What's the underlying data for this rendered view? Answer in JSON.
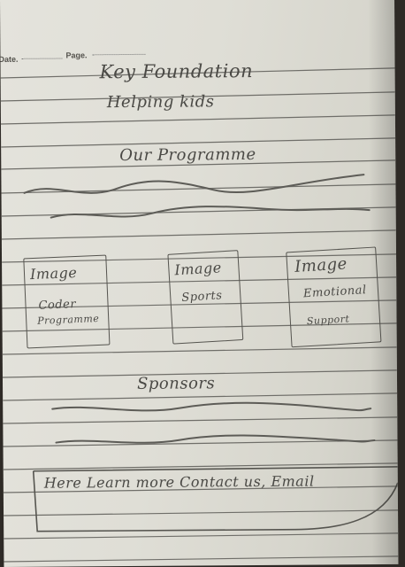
{
  "notebook": {
    "header": {
      "date_label": "Date.",
      "page_label": "Page."
    }
  },
  "sketch": {
    "title": "Key Foundation",
    "subtitle": "Helping kids",
    "section_heading": "Our Programme",
    "cards": [
      {
        "image": "Image",
        "caption_1": "Coder",
        "caption_2": "Programme"
      },
      {
        "image": "Image",
        "caption_1": "Sports",
        "caption_2": ""
      },
      {
        "image": "Image",
        "caption_1": "Emotional",
        "caption_2": "Support"
      }
    ],
    "second_heading": "Sponsors",
    "footer_box_text": "Here Learn more Contact us, Email"
  },
  "colors": {
    "paper": "#e0dfd8",
    "rule_lines": "#6f6e69",
    "pencil": "#4a4945"
  }
}
